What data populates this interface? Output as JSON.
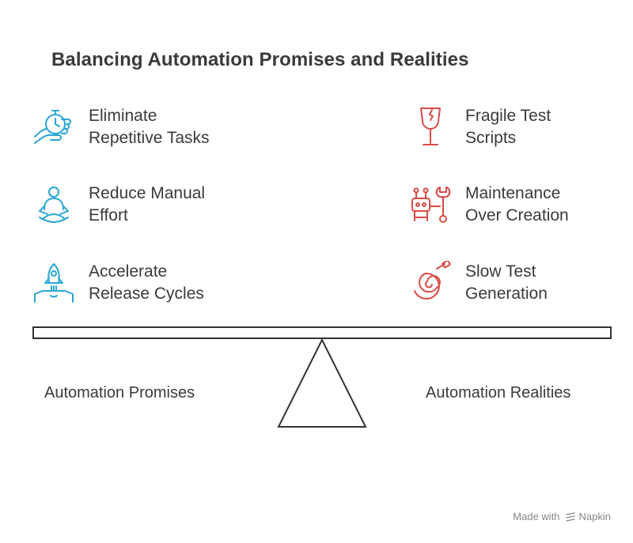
{
  "title": "Balancing Automation Promises and Realities",
  "colors": {
    "promise": "#29a6d4",
    "reality": "#d94b45",
    "text": "#3a3a3a",
    "scale": "#333333"
  },
  "promises": {
    "label": "Automation Promises",
    "items": [
      {
        "label": "Eliminate\nRepetitive Tasks",
        "icon": "stopwatch-hand-icon"
      },
      {
        "label": "Reduce Manual\nEffort",
        "icon": "meditating-person-icon"
      },
      {
        "label": "Accelerate\nRelease Cycles",
        "icon": "rocket-launch-icon"
      }
    ]
  },
  "realities": {
    "label": "Automation Realities",
    "items": [
      {
        "label": "Fragile Test\nScripts",
        "icon": "broken-glass-icon"
      },
      {
        "label": "Maintenance\nOver Creation",
        "icon": "robot-wrench-icon"
      },
      {
        "label": "Slow Test\nGeneration",
        "icon": "coiled-hose-icon"
      }
    ]
  },
  "footer": {
    "made_with": "Made with",
    "brand": "Napkin"
  }
}
